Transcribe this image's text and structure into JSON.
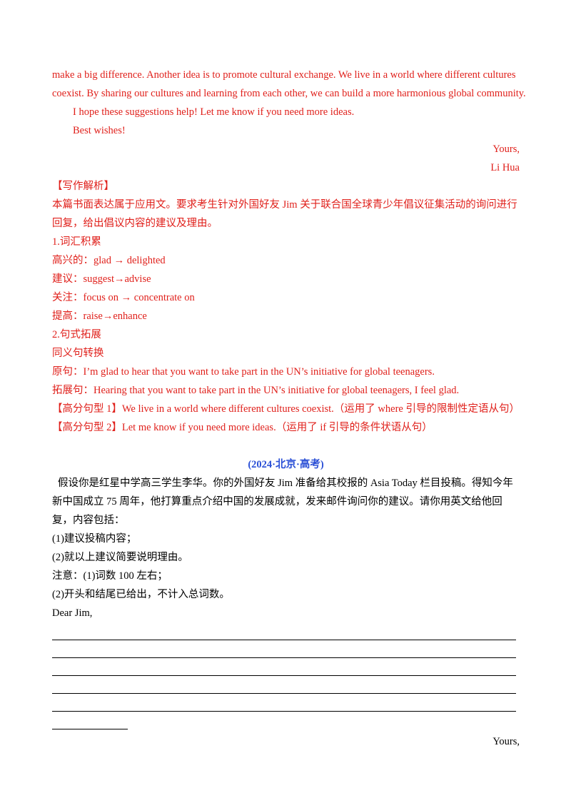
{
  "essay": {
    "line1": "make a big difference. Another idea is to promote cultural exchange. We live in a world where different cultures",
    "line2": "coexist. By sharing our cultures and learning from each other, we can build a more harmonious global community.",
    "line3": "I hope these suggestions help! Let me know if you need more ideas.",
    "line4": "Best wishes!",
    "closing": "Yours,",
    "signature": "Li Hua"
  },
  "analysis": {
    "heading": "【写作解析】",
    "intro": "本篇书面表达属于应用文。要求考生针对外国好友 Jim 关于联合国全球青少年倡议征集活动的询问进行回复，给出倡议内容的建议及理由。",
    "vocab_title": "1.词汇积累",
    "vocab": [
      "高兴的：glad → delighted",
      "建议：suggest→advise",
      "关注：focus on → concentrate on",
      "提高：raise→enhance"
    ],
    "sentence_title": "2.句式拓展",
    "synonym_title": "同义句转换",
    "original": "原句：I’m glad to hear that you want to take part in the UN’s initiative for global teenagers.",
    "expanded": "拓展句：Hearing that you want to take part in the UN’s initiative for global teenagers, I feel glad.",
    "pattern1": "【高分句型 1】We live in a world where different cultures coexist.（运用了 where 引导的限制性定语从句）",
    "pattern2": "【高分句型 2】Let me know if you need more ideas.（运用了 if 引导的条件状语从句）"
  },
  "task": {
    "source": "(2024·北京·高考)",
    "prompt": "假设你是红星中学高三学生李华。你的外国好友 Jim 准备给其校报的 Asia Today 栏目投稿。得知今年新中国成立 75 周年，他打算重点介绍中国的发展成就，发来邮件询问你的建议。请你用英文给他回复，内容包括：",
    "point1": "(1)建议投稿内容；",
    "point2": "(2)就以上建议简要说明理由。",
    "note1": "注意：(1)词数 100 左右；",
    "note2": "(2)开头和结尾已给出，不计入总词数。",
    "greeting": "Dear Jim,",
    "closing": "Yours,"
  }
}
